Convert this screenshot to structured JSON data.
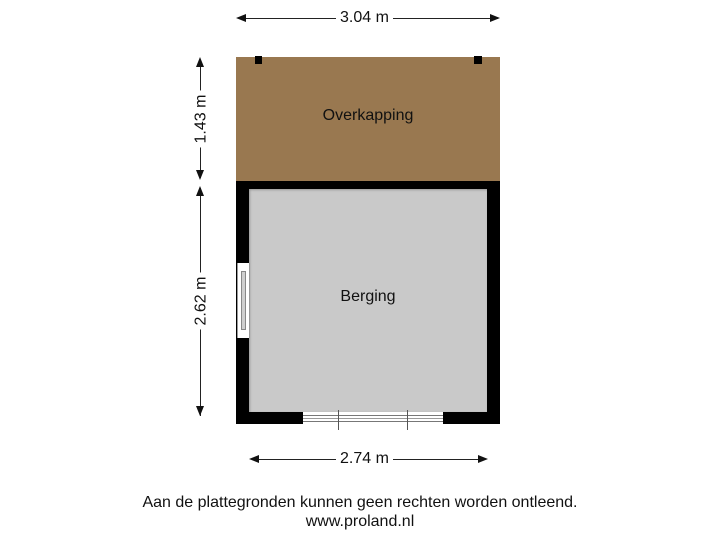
{
  "dimensions": {
    "top_width": "3.04 m",
    "roof_depth": "1.43 m",
    "room_depth": "2.62 m",
    "bottom_width": "2.74 m"
  },
  "rooms": [
    {
      "name": "Overkapping",
      "color": "#997850"
    },
    {
      "name": "Berging",
      "color": "#c9c9c9"
    }
  ],
  "footer": {
    "disclaimer": "Aan de plattegronden kunnen geen rechten worden ontleend.",
    "website": "www.proland.nl"
  }
}
